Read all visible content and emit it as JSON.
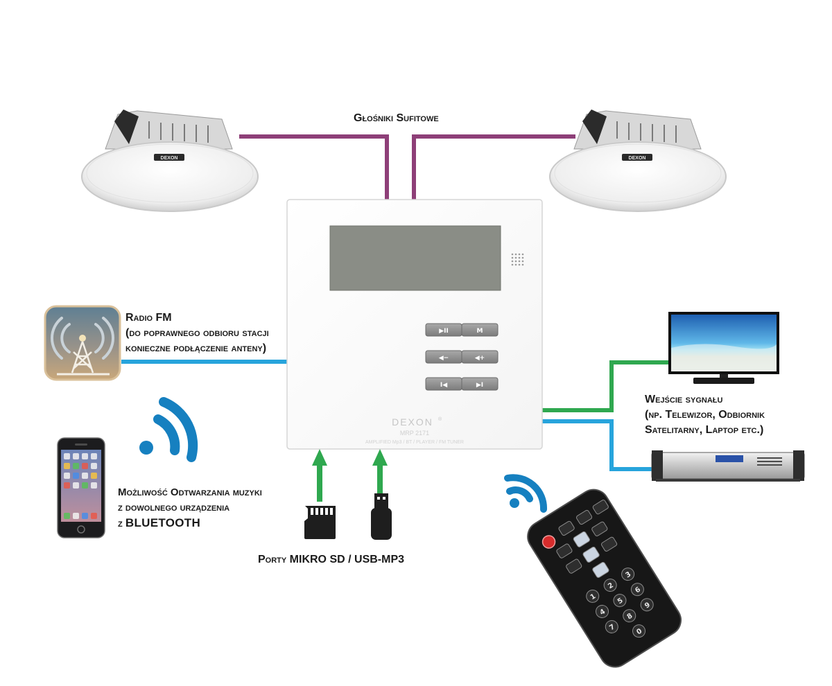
{
  "labels": {
    "speakers": "Głośniki Sufitowe",
    "radio_line1": "Radio FM",
    "radio_line2": "(do poprawnego odbioru stacji",
    "radio_line3": "konieczne podłączenie anteny)",
    "signal_line1": "Wejście sygnału",
    "signal_line2": "(np. Telewizor, Odbiornik",
    "signal_line3": "Satelitarny, Laptop etc.)",
    "bt_line1": "Możliwość Odtwarzania muzyki",
    "bt_line2": "z dowolnego urządzenia",
    "bt_line3_prefix": "z",
    "bt_line3_strong": "BLUETOOTH",
    "ports": "Porty MIKRO SD / USB-MP3"
  },
  "panel": {
    "brand": "DEXON",
    "brand_mark": "®",
    "model": "MRP 2171",
    "subtitle": "AMPLIFIED Mp3 / BT / PLAYER / FM TUNER",
    "buttons": [
      {
        "name": "play-pause",
        "glyph": "▶II"
      },
      {
        "name": "mode",
        "glyph": "M"
      },
      {
        "name": "volume-down",
        "glyph": "◀−"
      },
      {
        "name": "volume-up",
        "glyph": "◀+"
      },
      {
        "name": "previous",
        "glyph": "I◀"
      },
      {
        "name": "next",
        "glyph": "▶I"
      }
    ]
  },
  "speaker_badge": "DEXON",
  "remote_keys": [
    "0",
    "1",
    "2",
    "3",
    "4",
    "5",
    "6",
    "7",
    "8",
    "9"
  ],
  "colors": {
    "speaker_wire": "#8e3f78",
    "antenna_wire": "#27a4dc",
    "input_wire_tv": "#2fa84f",
    "input_wire_sat": "#27a4dc",
    "port_arrow": "#2fa84f",
    "bluetooth_waves": "#1680c0",
    "lcd": "#8a8d86"
  }
}
